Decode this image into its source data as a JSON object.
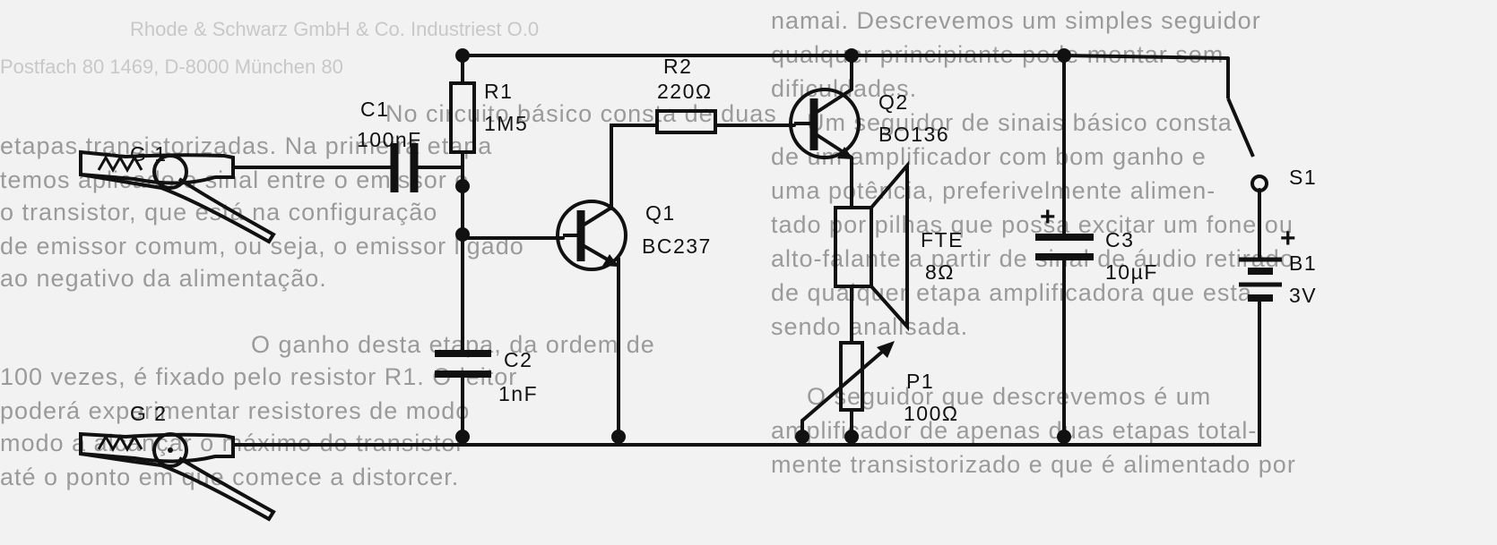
{
  "labels": {
    "g1": "G 1",
    "g2": "G 2",
    "c1_name": "C1",
    "c1_value": "100nF",
    "r1_name": "R1",
    "r1_value": "1M5",
    "r2_name": "R2",
    "r2_value": "220Ω",
    "q1_name": "Q1",
    "q1_part": "BC237",
    "q2_name": "Q2",
    "q2_part": "BO136",
    "c2_name": "C2",
    "c2_value": "1nF",
    "fte_name": "FTE",
    "fte_value": "8Ω",
    "p1_name": "P1",
    "p1_value": "100Ω",
    "c3_name": "C3",
    "c3_value": "10µF",
    "c3_plus": "+",
    "s1_name": "S1",
    "b1_name": "B1",
    "b1_value": "3V",
    "b1_plus": "+"
  },
  "background": {
    "header": [
      "Rhode & Schwarz GmbH & Co. Industriest O.0",
      "Postfach 80 1469, D-8000 München 80"
    ],
    "left": [
      "No circuito básico consta de duas",
      "etapas transistorizadas. Na primeira etapa",
      "temos aplicado o sinal entre o emissor e",
      "o transistor, que está na configuração",
      "de emissor comum, ou seja, o emissor ligado",
      "ao negativo da alimentação.",
      "",
      "O ganho desta etapa, da ordem de",
      "100 vezes, é fixado pelo resistor R1. O leitor",
      "poderá experimentar resistores de modo",
      "modo a alcançar o máximo do transistor",
      "até o ponto em que comece a distorcer."
    ],
    "right": [
      "namai. Descrevemos um simples seguidor",
      "qualquer principiante pode montar sem",
      "dificuldades.",
      "Um seguidor de sinais básico consta",
      "de um amplificador com bom ganho e",
      "uma potência, preferivelmente alimen-",
      "tado por pilhas que possa excitar um fone ou",
      "alto-falante a partir de sinal de áudio retirado",
      "de qualquer etapa amplificadora que esta",
      "sendo analisada.",
      "O seguidor que descrevemos é um",
      "amplificador de apenas duas etapas total-",
      "mente transistorizado e que é alimentado por"
    ]
  }
}
